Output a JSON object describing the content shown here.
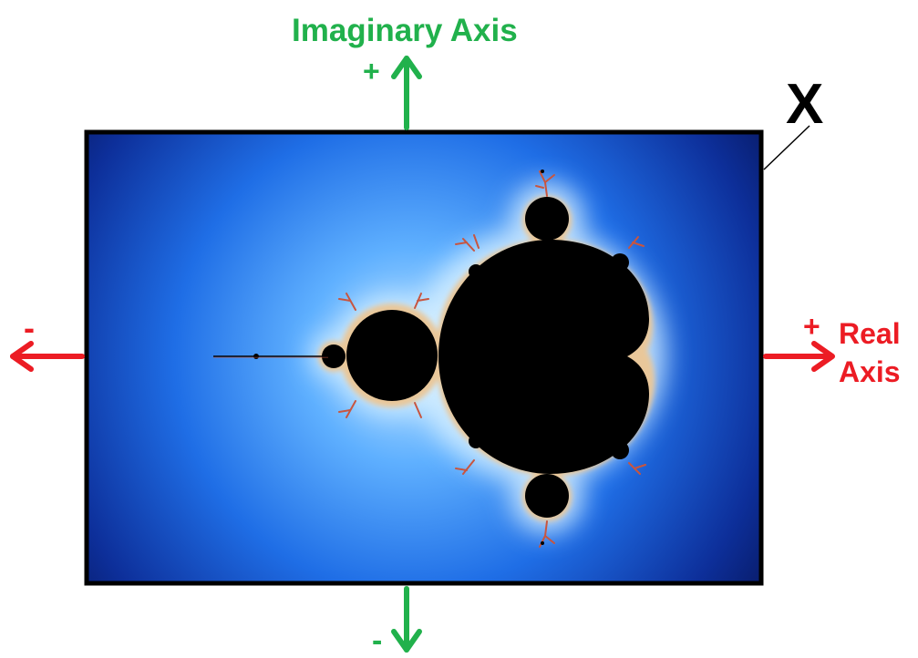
{
  "labels": {
    "imaginary_axis": "Imaginary Axis",
    "imaginary_plus": "+",
    "imaginary_minus": "-",
    "real_axis_line1": "Real",
    "real_axis_line2": "Axis",
    "real_plus": "+",
    "real_minus": "-",
    "corner_marker": "X"
  },
  "colors": {
    "imaginary_axis": "#21b14c",
    "real_axis": "#ec1c24",
    "frame": "#000000",
    "set_fill": "#000000",
    "glow_outer": "#0a1f73",
    "glow_mid": "#1a66e0",
    "glow_inner": "#9fd4ff",
    "fringe": "#f6d6a6",
    "fringe_dark": "#c0483a"
  },
  "icons": {
    "up_arrow": "arrow-up-icon",
    "down_arrow": "arrow-down-icon",
    "left_arrow": "arrow-left-icon",
    "right_arrow": "arrow-right-icon"
  }
}
